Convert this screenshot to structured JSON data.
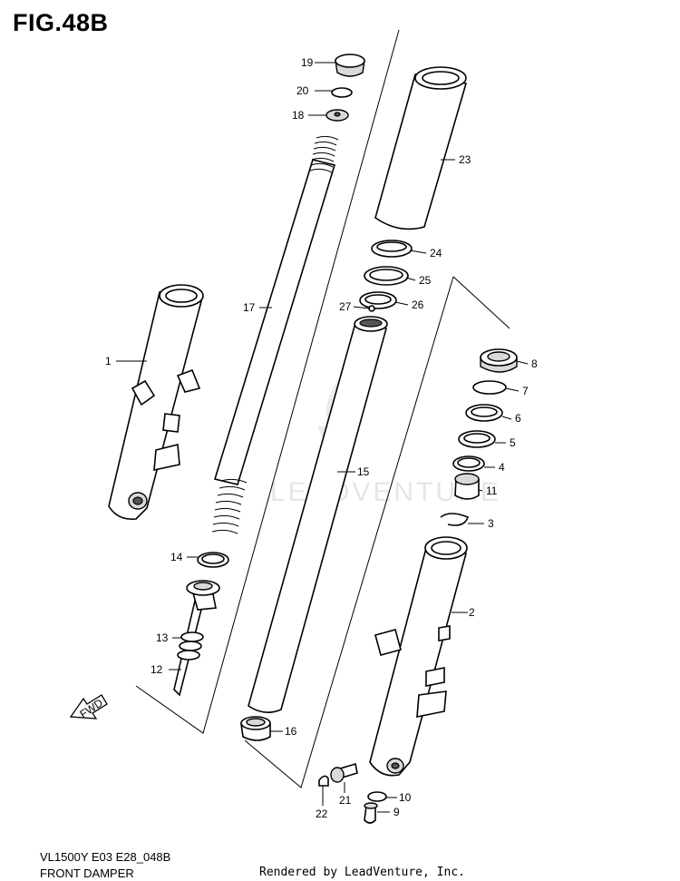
{
  "figure": {
    "title": "FIG.48B",
    "model": "VL1500Y E03 E28_048B",
    "subtitle": "FRONT DAMPER",
    "credit": "Rendered by LeadVenture, Inc.",
    "watermark": "LEADVENTURE",
    "direction_tag": "FWD"
  },
  "callouts": {
    "c1": "1",
    "c2": "2",
    "c3": "3",
    "c4": "4",
    "c5": "5",
    "c6": "6",
    "c7": "7",
    "c8": "8",
    "c9": "9",
    "c10": "10",
    "c11": "11",
    "c12": "12",
    "c13": "13",
    "c14": "14",
    "c15": "15",
    "c16": "16",
    "c17": "17",
    "c18": "18",
    "c19": "19",
    "c20": "20",
    "c21": "21",
    "c22": "22",
    "c23": "23",
    "c24": "24",
    "c25": "25",
    "c26": "26",
    "c27": "27"
  }
}
